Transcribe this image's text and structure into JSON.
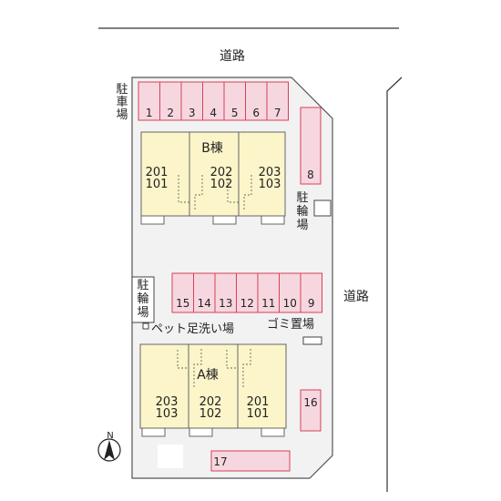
{
  "roads": {
    "top": "道路",
    "right": "道路"
  },
  "labels": {
    "parking": "駐車場",
    "bike_parking_upper": "駐輪場",
    "bike_parking_left": "駐輪場",
    "pet_wash": "ペット足洗い場",
    "garbage": "ゴミ置場",
    "north": "N"
  },
  "buildings": {
    "B": {
      "name": "B棟",
      "units": [
        [
          "201",
          "101"
        ],
        [
          "202",
          "102"
        ],
        [
          "203",
          "103"
        ]
      ]
    },
    "A": {
      "name": "A棟",
      "units": [
        [
          "203",
          "103"
        ],
        [
          "202",
          "102"
        ],
        [
          "201",
          "101"
        ]
      ]
    }
  },
  "parking": {
    "top_row": [
      "1",
      "2",
      "3",
      "4",
      "5",
      "6",
      "7"
    ],
    "right_upper": "8",
    "middle_row": [
      "15",
      "14",
      "13",
      "12",
      "11",
      "10",
      "9"
    ],
    "right_lower": "16",
    "bottom": "17"
  },
  "colors": {
    "parking_fill": "#f7d7df",
    "parking_stroke": "#d6405a",
    "building_fill": "#fbf5c9",
    "lot_fill": "#f2f2f2"
  }
}
